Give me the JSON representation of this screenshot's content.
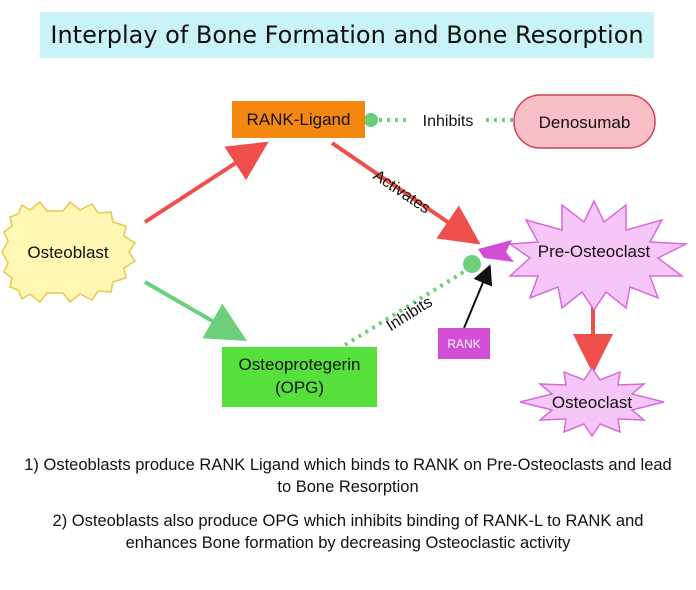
{
  "title": "Interplay of Bone Formation and Bone Resorption",
  "nodes": {
    "rank_ligand": "RANK-Ligand",
    "denosumab": "Denosumab",
    "osteoblast": "Osteoblast",
    "pre_osteoclast": "Pre-Osteoclast",
    "osteoprotegerin_line1": "Osteoprotegerin",
    "osteoprotegerin_line2": "(OPG)",
    "rank": "RANK",
    "osteoclast": "Osteoclast"
  },
  "edge_labels": {
    "inhibits_top": "Inhibits",
    "activates": "Activates",
    "inhibits_bottom": "Inhibits"
  },
  "notes": [
    "1) Osteoblasts produce RANK Ligand which binds to RANK on Pre-Osteoclasts and lead to Bone Resorption",
    "2) Osteoblasts also produce OPG which inhibits binding of RANK-L to RANK and enhances Bone formation by decreasing Osteoclastic activity"
  ],
  "colors": {
    "title_bg": "#c9f3f7",
    "rank_ligand_fill": "#f4870f",
    "denosumab_fill": "#f8bfc6",
    "osteoblast_fill": "#fff7b3",
    "opg_fill": "#55e03c",
    "pre_osteoclast_fill": "#f7c6f9",
    "rank_fill": "#d34ed6",
    "activate_arrow": "#ef4f4a",
    "inhibit_arrow": "#6ccf7b"
  }
}
